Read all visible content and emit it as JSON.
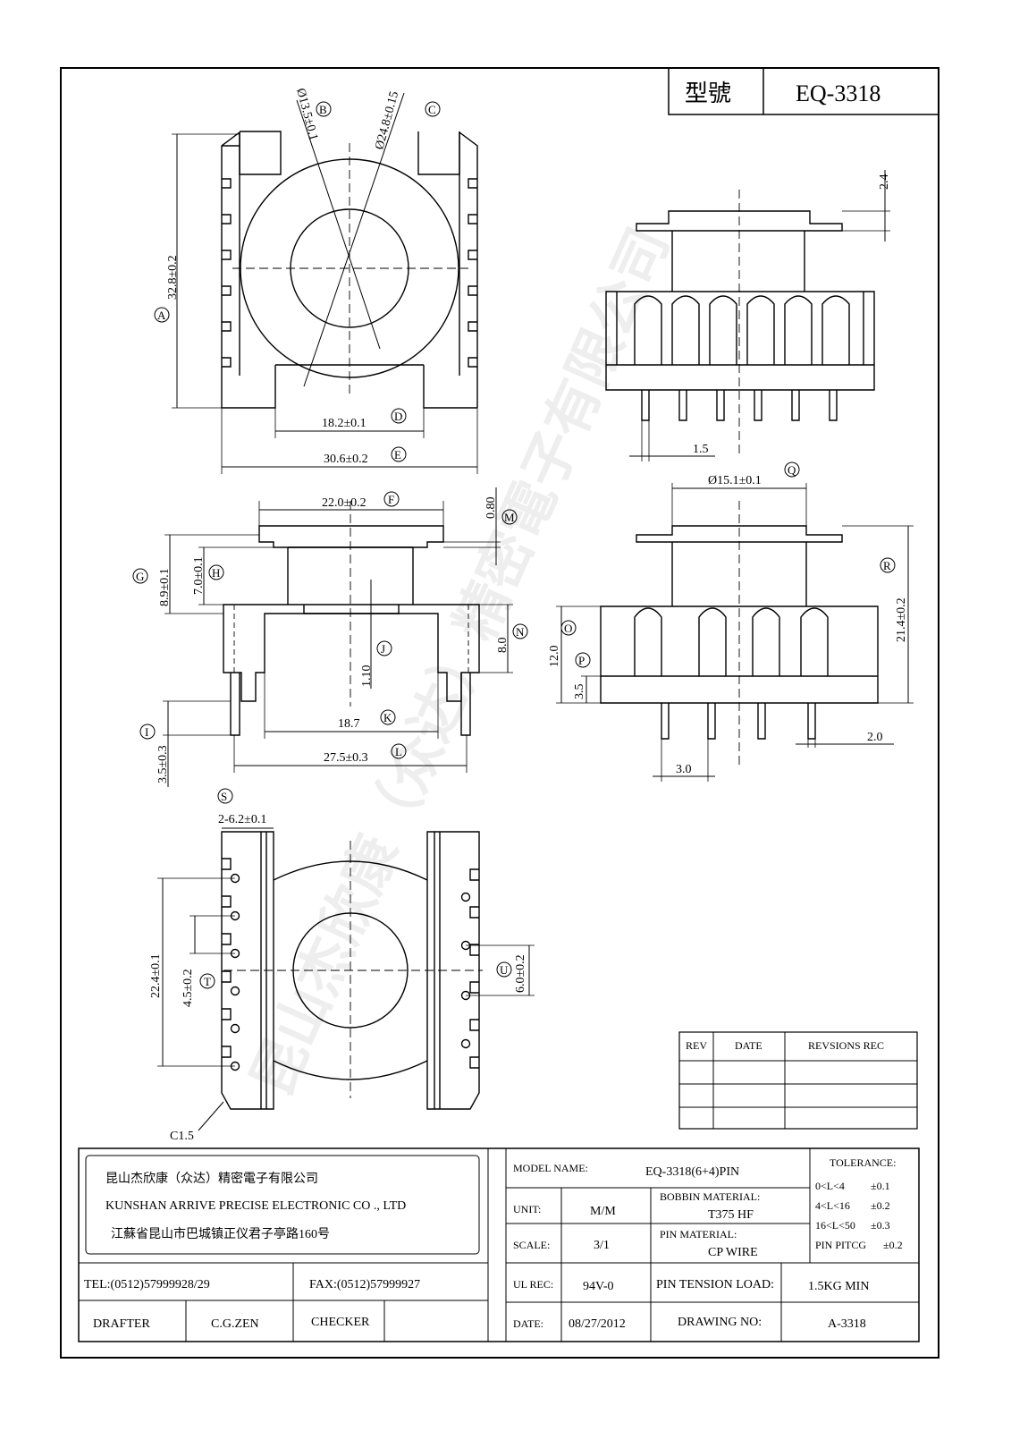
{
  "model_box": {
    "label": "型號",
    "value": "EQ-3318"
  },
  "watermark": "昆山杰欣康（众达）精密電子有限公司",
  "dims": {
    "A": "32.8±0.2",
    "B": "Ø13.5±0.1",
    "C": "Ø24.8±0.15",
    "D": "18.2±0.1",
    "E": "30.6±0.2",
    "F": "22.0±0.2",
    "M": "0.80",
    "G": "8.9±0.1",
    "H": "7.0±0.1",
    "J": "1.10",
    "N": "8.0",
    "K": "18.7",
    "L": "27.5±0.3",
    "I": "3.5±0.3",
    "top_side_2_4": "2.4",
    "pin_1_5": "1.5",
    "Q": "Ø15.1±0.1",
    "R": "21.4±0.2",
    "O": "12.0",
    "P": "3.5",
    "pin_2_0": "2.0",
    "pin_3_0": "3.0",
    "S": "2-6.2±0.1",
    "T_outer": "22.4±0.1",
    "T": "4.5±0.2",
    "U": "6.0±0.2",
    "C1_5": "C1.5"
  },
  "labels": {
    "A": "A",
    "B": "B",
    "C": "C",
    "D": "D",
    "E": "E",
    "F": "F",
    "G": "G",
    "H": "H",
    "I": "I",
    "J": "J",
    "K": "K",
    "L": "L",
    "M": "M",
    "N": "N",
    "O": "O",
    "P": "P",
    "Q": "Q",
    "R": "R",
    "S": "S",
    "T": "T",
    "U": "U"
  },
  "revision_table": {
    "headers": [
      "REV",
      "DATE",
      "REVSIONS  REC"
    ]
  },
  "company": {
    "name_cn": "昆山杰欣康（众达）精密電子有限公司",
    "name_en": "KUNSHAN ARRIVE PRECISE ELECTRONIC CO ., LTD",
    "address": "江蘇省昆山市巴城镇正仪君子亭路160号",
    "tel": "TEL:(0512)57999928/29",
    "fax": "FAX:(0512)57999927"
  },
  "title_block": {
    "drafter_label": "DRAFTER",
    "drafter": "C.G.ZEN",
    "checker_label": "CHECKER",
    "model_name_label": "MODEL NAME:",
    "model_name": "EQ-3318(6+4)PIN",
    "unit_label": "UNIT:",
    "unit": "M/M",
    "scale_label": "SCALE:",
    "scale": "3/1",
    "ul_label": "UL REC:",
    "ul": "94V-0",
    "date_label": "DATE:",
    "date": "08/27/2012",
    "bobbin_label": "BOBBIN MATERIAL:",
    "bobbin": "T375 HF",
    "pin_material_label": "PIN MATERIAL:",
    "pin_material": "CP WIRE",
    "tension_label": "PIN TENSION LOAD:",
    "tension": "1.5KG MIN",
    "drawing_no_label": "DRAWING NO:",
    "drawing_no": "A-3318",
    "tolerance_label": "TOLERANCE:",
    "tolerances": [
      "0<L<4",
      "±0.1",
      "4<L<16",
      "±0.2",
      "16<L<50",
      "±0.3",
      "PIN PITCG",
      "±0.2"
    ]
  }
}
